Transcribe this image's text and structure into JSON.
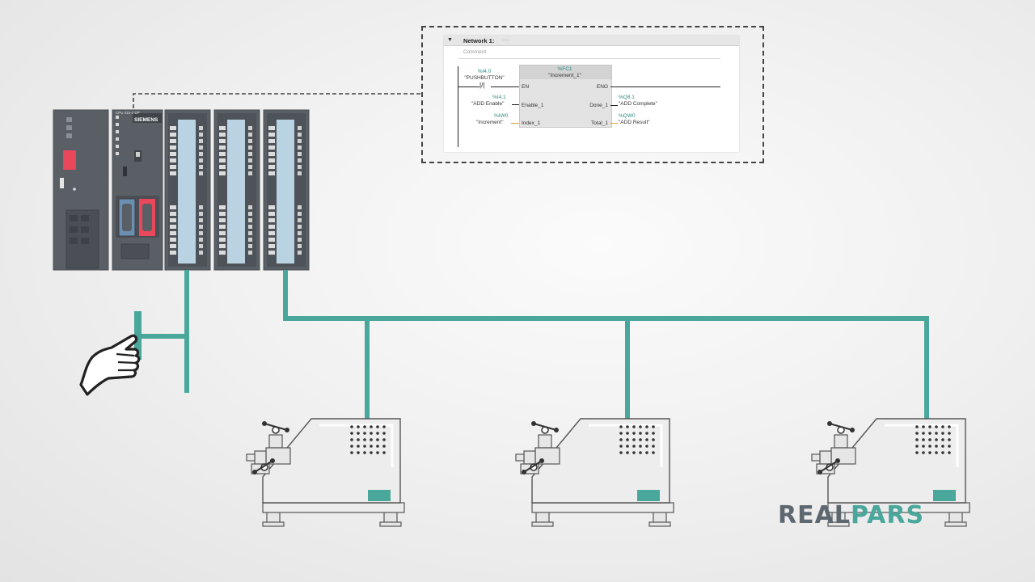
{
  "colors": {
    "accent": "#4aa79b",
    "plc_dark": "#5a5f66",
    "line": "#222222",
    "tag": "#2a8a80",
    "logo_gray": "#5d6770"
  },
  "ladder": {
    "network_title": "Network 1:",
    "network_title_suffix": ".....",
    "comment": "Comment",
    "contact": {
      "address": "%I4.0",
      "tag": "\"PUSHBUTTON\""
    },
    "block": {
      "address": "%FC1",
      "name": "\"Increment_1\"",
      "pins_in": [
        "EN",
        "Enable_1",
        "Index_1"
      ],
      "pins_out": [
        "ENO",
        "Done_1",
        "Total_1"
      ]
    },
    "inputs": [
      {
        "address": "%I4.1",
        "tag": "\"ADD Enable\""
      },
      {
        "address": "%IW0",
        "tag": "\"Increment\""
      }
    ],
    "outputs": [
      {
        "address": "%Q8.1",
        "tag": "\"ADD Complete\""
      },
      {
        "address": "%QW0",
        "tag": "\"ADD Result\""
      }
    ]
  },
  "plc": {
    "cpu_brand": "SIEMENS",
    "cpu_model": "CPU 315-2 DP"
  },
  "machines_count": 3,
  "logo": {
    "part1": "REAL",
    "part2": "PARS"
  }
}
